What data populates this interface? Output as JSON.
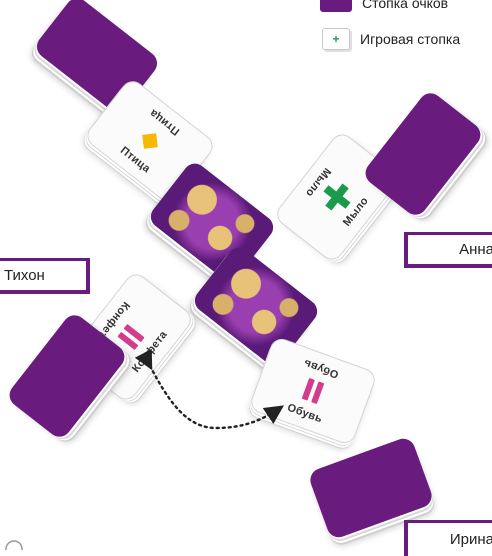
{
  "legend": {
    "score_pile_label": "Стопка очков",
    "play_pile_label": "Игровая стопка",
    "play_pile_symbol": "+"
  },
  "players": {
    "top_left_card": {
      "word": "Птица",
      "symbol": "diamond-icon",
      "color": "#f6b800"
    },
    "right_card": {
      "word": "Мыло",
      "symbol": "plus-icon",
      "color": "#1a9b4b"
    },
    "left_card": {
      "word": "Конфета",
      "symbol": "equals-icon",
      "color": "#d23c8c"
    },
    "bottom_card": {
      "word": "Обувь",
      "symbol": "equals-icon",
      "color": "#d23c8c"
    }
  },
  "names": {
    "anna": "Анна",
    "tikhon": "Тихон",
    "irina": "Ирина"
  },
  "colors": {
    "score_pile": "#6a1b7e",
    "arrow": "#222222"
  }
}
